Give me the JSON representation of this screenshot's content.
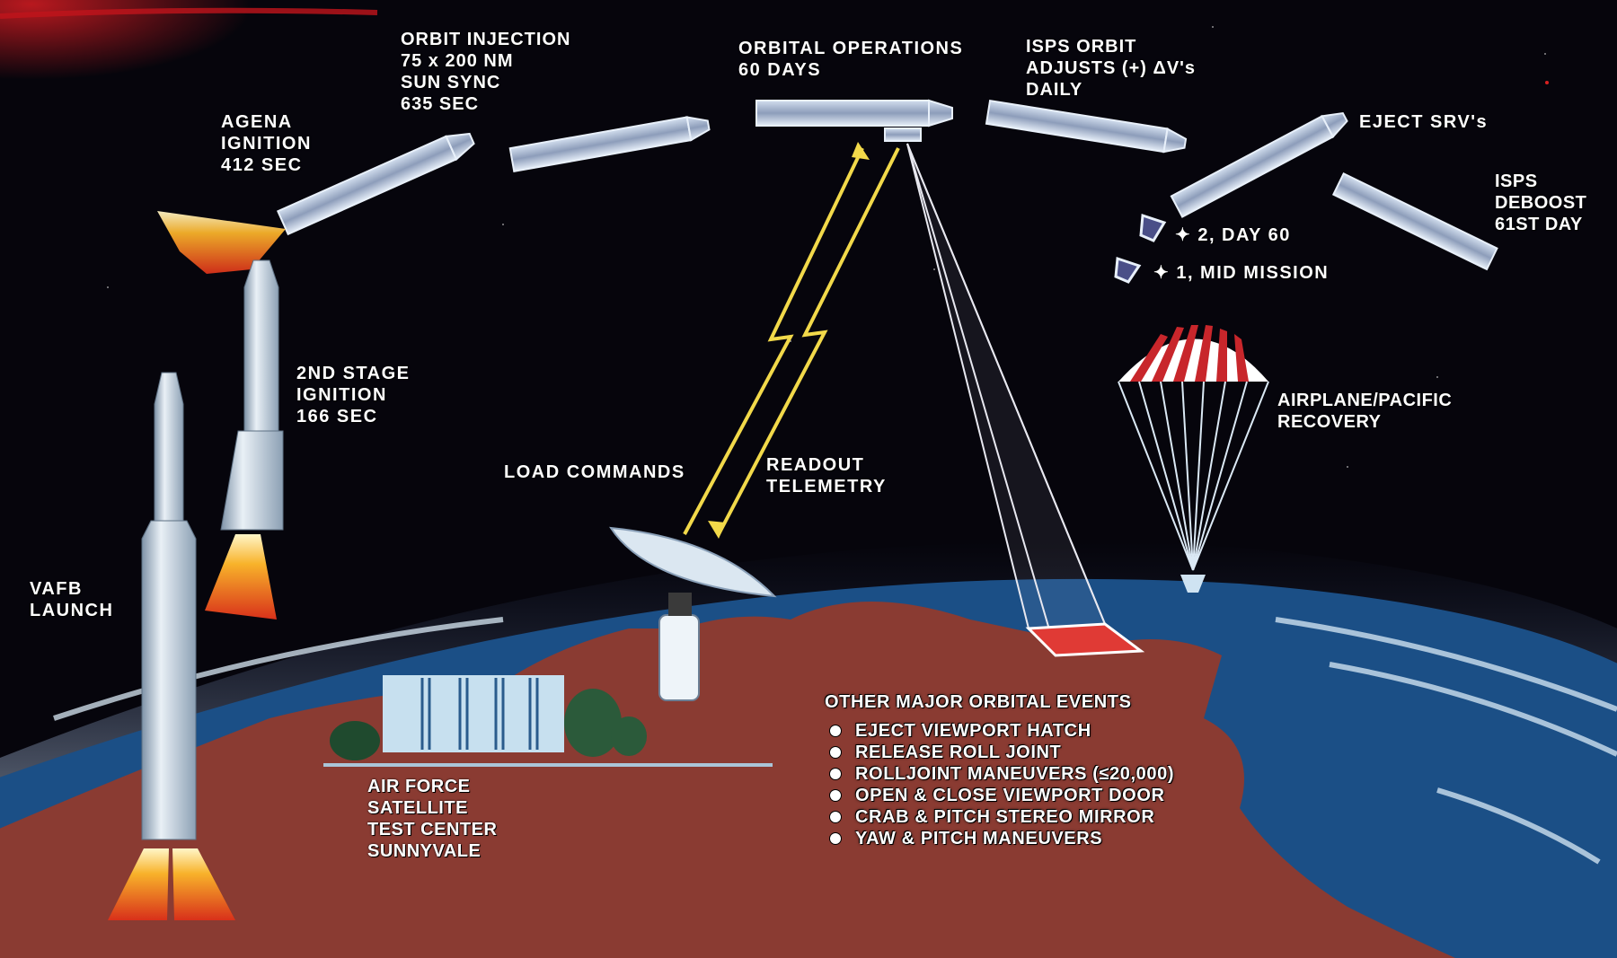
{
  "diagram": {
    "colors": {
      "space": "#06050c",
      "earth_land": "#8a3b32",
      "ocean": "#1b4f86",
      "clouds": "#cfe3f2",
      "vehicle": "#a9b8cf",
      "uplink": "#f2d94a",
      "flame": "#f07a1a",
      "parachute_red": "#c8262b",
      "footprint": "#e03a35"
    },
    "labels": {
      "vafb_launch": [
        "VAFB",
        "LAUNCH"
      ],
      "second_stage": [
        "2ND STAGE",
        "IGNITION",
        "166 SEC"
      ],
      "agena_ignition": [
        "AGENA",
        "IGNITION",
        "412 SEC"
      ],
      "orbit_injection": [
        "ORBIT INJECTION",
        "75 x 200 NM",
        "SUN SYNC",
        "635 SEC"
      ],
      "orbital_operations": [
        "ORBITAL OPERATIONS",
        "60 DAYS"
      ],
      "isps_orbit_adjusts": [
        "ISPS ORBIT",
        "ADJUSTS (+) ΔV's",
        "DAILY"
      ],
      "eject_srvs": [
        "EJECT SRV's"
      ],
      "isps_deboost": [
        "ISPS",
        "DEBOOST",
        "61ST DAY"
      ],
      "srv2": [
        "✦ 2, DAY 60"
      ],
      "srv1": [
        "✦ 1, MID MISSION"
      ],
      "airplane_recovery": [
        "AIRPLANE/PACIFIC",
        "RECOVERY"
      ],
      "load_commands": [
        "LOAD COMMANDS"
      ],
      "readout_telemetry": [
        "READOUT",
        "TELEMETRY"
      ],
      "test_center": [
        "AIR FORCE",
        "SATELLITE",
        "TEST CENTER",
        "SUNNYVALE"
      ]
    },
    "other_events": {
      "title": "OTHER MAJOR ORBITAL EVENTS",
      "items": [
        "EJECT VIEWPORT HATCH",
        "RELEASE ROLL JOINT",
        "ROLLJOINT MANEUVERS (≤20,000)",
        "OPEN & CLOSE VIEWPORT DOOR",
        "CRAB & PITCH STEREO MIRROR",
        "YAW & PITCH MANEUVERS"
      ]
    }
  }
}
